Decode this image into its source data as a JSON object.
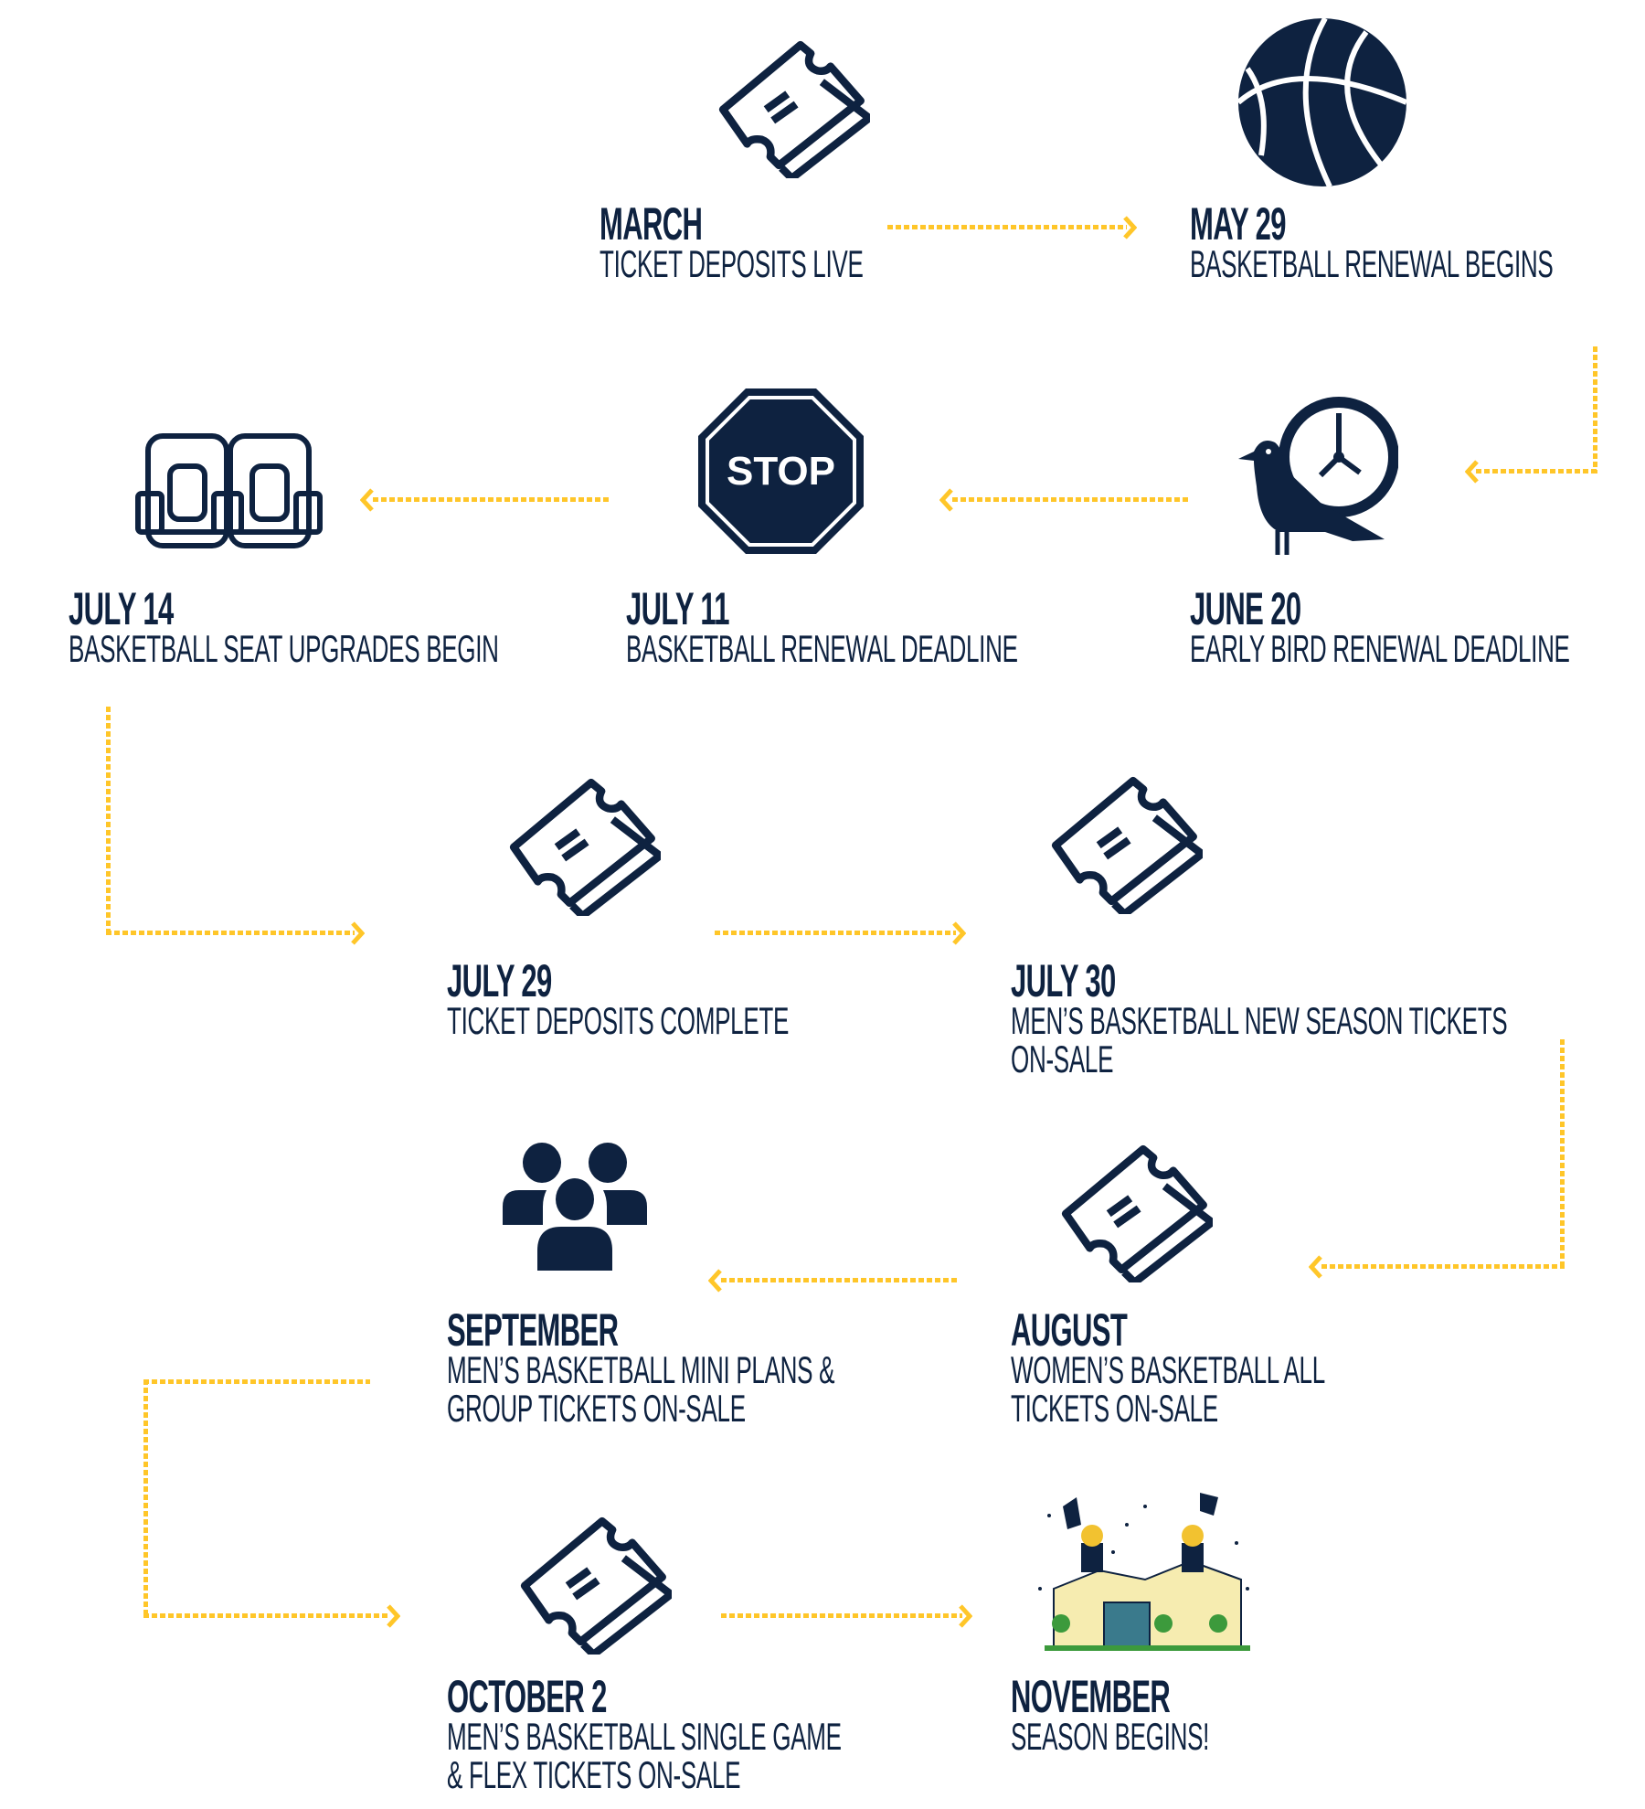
{
  "colors": {
    "navy": "#0e2240",
    "yellow": "#ffc629"
  },
  "steps": [
    {
      "date": "MARCH",
      "lines": [
        "TICKET DEPOSITS LIVE"
      ],
      "icon": "ticket-icon"
    },
    {
      "date": "MAY 29",
      "lines": [
        "BASKETBALL RENEWAL BEGINS"
      ],
      "icon": "basketball-icon"
    },
    {
      "date": "JUNE 20",
      "lines": [
        "EARLY BIRD RENEWAL DEADLINE"
      ],
      "icon": "bird-clock-icon"
    },
    {
      "date": "JULY 11",
      "lines": [
        "BASKETBALL RENEWAL DEADLINE"
      ],
      "icon": "stop-sign-icon",
      "icon_text": "STOP"
    },
    {
      "date": "JULY 14",
      "lines": [
        "BASKETBALL SEAT UPGRADES BEGIN"
      ],
      "icon": "seats-icon"
    },
    {
      "date": "JULY 29",
      "lines": [
        "TICKET DEPOSITS COMPLETE"
      ],
      "icon": "ticket-icon"
    },
    {
      "date": "JULY 30",
      "lines": [
        "MEN’S BASKETBALL NEW SEASON TICKETS",
        "ON-SALE"
      ],
      "icon": "ticket-icon"
    },
    {
      "date": "AUGUST",
      "lines": [
        "WOMEN’S BASKETBALL ALL",
        "TICKETS ON-SALE"
      ],
      "icon": "ticket-icon"
    },
    {
      "date": "SEPTEMBER",
      "lines": [
        "MEN’S BASKETBALL MINI PLANS &",
        "GROUP TICKETS ON-SALE"
      ],
      "icon": "group-icon"
    },
    {
      "date": "OCTOBER 2",
      "lines": [
        "MEN’S BASKETBALL SINGLE GAME",
        "& FLEX TICKETS ON-SALE"
      ],
      "icon": "ticket-icon"
    },
    {
      "date": "NOVEMBER",
      "lines": [
        "SEASON BEGINS!"
      ],
      "icon": "mascot-celebration-illustration"
    }
  ]
}
